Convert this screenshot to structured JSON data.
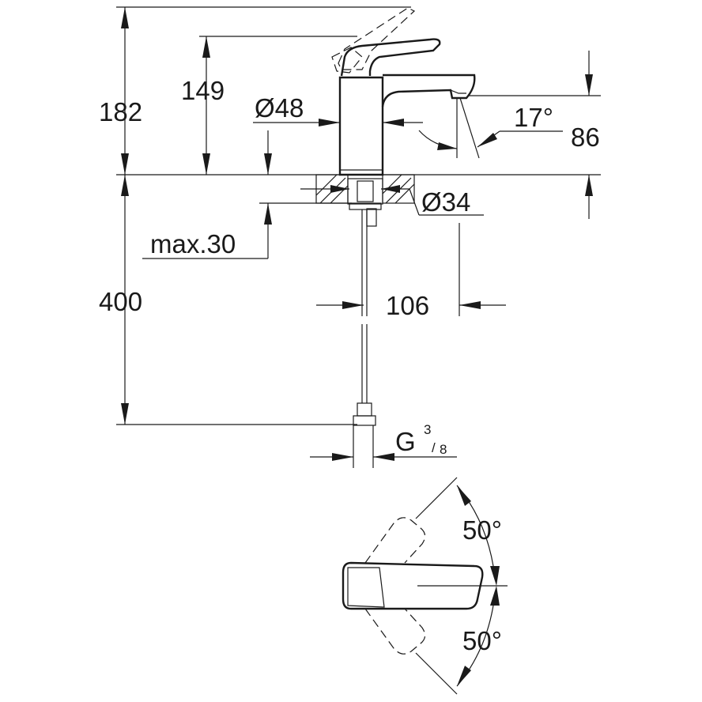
{
  "dimensions": {
    "total_height": "182",
    "spout_height": "149",
    "body_diameter": "Ø48",
    "spout_angle": "17°",
    "spout_clearance": "86",
    "hole_diameter": "Ø34",
    "max_deck_thickness": "max.30",
    "spout_reach": "106",
    "hose_length": "400",
    "connection_thread_base": "G",
    "connection_thread_num": "3",
    "connection_thread_den": "8",
    "lever_rotation_upper": "50°",
    "lever_rotation_lower": "50°"
  }
}
